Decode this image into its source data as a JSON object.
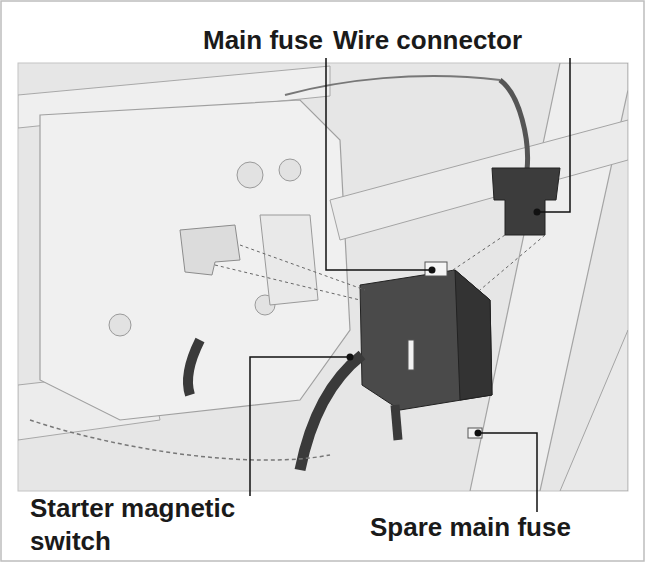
{
  "diagram": {
    "labels": [
      "Main fuse",
      "Wire connector",
      "Starter magnetic switch",
      "Spare main fuse"
    ]
  }
}
